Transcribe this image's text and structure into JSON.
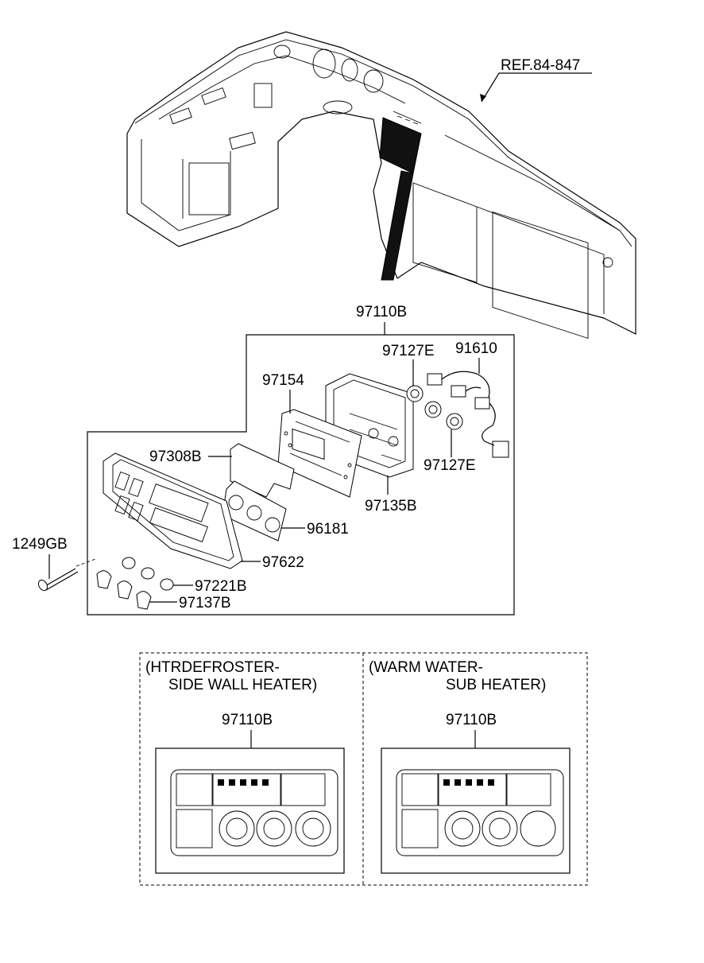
{
  "reference": "REF.84-847",
  "assembly_label": "97110B",
  "parts": {
    "p97127E_top": "97127E",
    "p91610": "91610",
    "p97154": "97154",
    "p97308B": "97308B",
    "p97127E_bottom": "97127E",
    "p97135B": "97135B",
    "p96181": "96181",
    "p1249GB": "1249GB",
    "p97622": "97622",
    "p97221B": "97221B",
    "p97137B": "97137B"
  },
  "variants": [
    {
      "title_line1": "(HTRDEFROSTER-",
      "title_line2": "SIDE WALL HEATER)",
      "part": "97110B"
    },
    {
      "title_line1": "(WARM WATER-",
      "title_line2": "SUB HEATER)",
      "part": "97110B"
    }
  ]
}
